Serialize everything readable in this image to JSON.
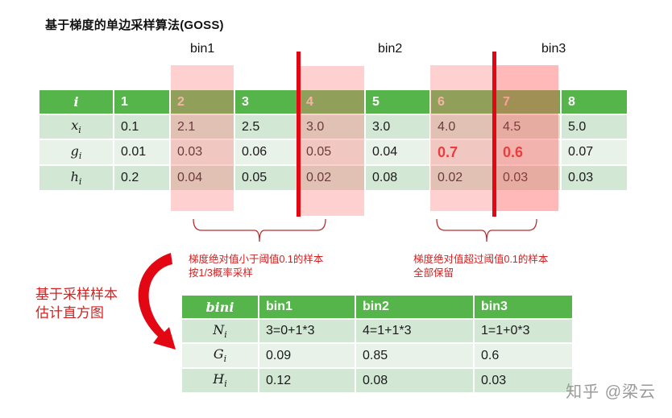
{
  "title": "基于梯度的单边采样算法(GOSS)",
  "bin_labels": [
    "bin1",
    "bin2",
    "bin3"
  ],
  "top_table": {
    "header_label": "i",
    "columns": [
      "1",
      "2",
      "3",
      "4",
      "5",
      "6",
      "7",
      "8"
    ],
    "rows": [
      {
        "label": "x",
        "sub": "i",
        "values": [
          "0.1",
          "2.1",
          "2.5",
          "3.0",
          "3.0",
          "4.0",
          "4.5",
          "5.0"
        ]
      },
      {
        "label": "g",
        "sub": "i",
        "values": [
          "0.01",
          "0.03",
          "0.06",
          "0.05",
          "0.04",
          "0.7",
          "0.6",
          "0.07"
        ]
      },
      {
        "label": "h",
        "sub": "i",
        "values": [
          "0.2",
          "0.04",
          "0.05",
          "0.02",
          "0.08",
          "0.02",
          "0.03",
          "0.03"
        ]
      }
    ],
    "highlighted_samples": [
      "2",
      "4",
      "6",
      "7"
    ],
    "bold_red_values": [
      "0.7",
      "0.6"
    ]
  },
  "annotations": {
    "low_gradient_note": [
      "梯度绝对值小于阈值0.1的样本",
      "按1/3概率采样"
    ],
    "high_gradient_note": [
      "梯度绝对值超过阈值0.1的样本",
      "全部保留"
    ],
    "side_note": [
      "基于采样样本",
      "估计直方图"
    ]
  },
  "bottom_table": {
    "header_label": "bini",
    "columns": [
      "bin1",
      "bin2",
      "bin3"
    ],
    "rows": [
      {
        "label": "N",
        "sub": "i",
        "values": [
          "3=0+1*3",
          "4=1+1*3",
          "1=1+0*3"
        ]
      },
      {
        "label": "G",
        "sub": "i",
        "values": [
          "0.09",
          "0.85",
          "0.6"
        ]
      },
      {
        "label": "H",
        "sub": "i",
        "values": [
          "0.12",
          "0.08",
          "0.03"
        ]
      }
    ]
  },
  "colors": {
    "header_green": "#55b54a",
    "row_green_dark": "#d2e8d4",
    "row_green_light": "#e8f2e9",
    "highlight_pink": "#ffb3b3",
    "divider_red": "#e30613",
    "annotation_red": "#d42020"
  },
  "watermark": "知乎 @梁云"
}
